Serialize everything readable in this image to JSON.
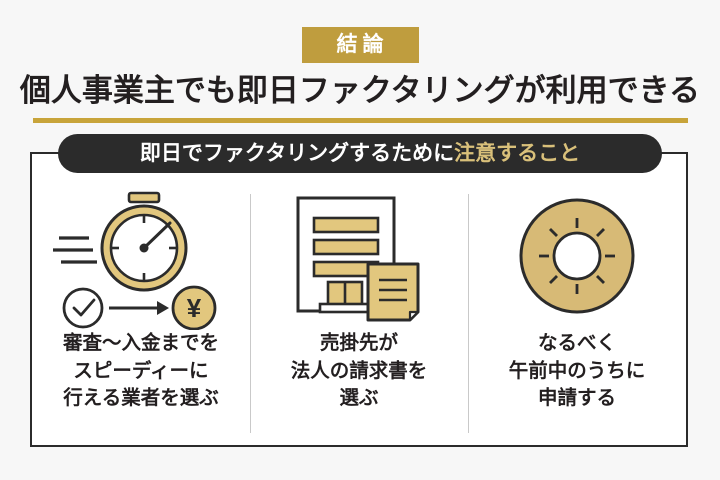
{
  "colors": {
    "background": "#f7f7f7",
    "gold_badge": "#bf9d3e",
    "gold_rule": "#c8a43a",
    "gold_accent_text": "#d9c07a",
    "gold_fill": "#e2c77e",
    "dark": "#2b2b2b",
    "text": "#231f20",
    "white": "#ffffff",
    "divider": "#c9c9c9"
  },
  "header": {
    "badge_label": "結論",
    "title": "個人事業主でも即日ファクタリングが利用できる"
  },
  "banner": {
    "text_plain": "即日でファクタリングするために",
    "text_accent": "注意すること"
  },
  "columns": [
    {
      "icon_name": "stopwatch-speed-to-payment-icon",
      "caption": "審査～入金までを\nスピーディーに\n行える業者を選ぶ"
    },
    {
      "icon_name": "corporate-building-invoice-icon",
      "caption": "売掛先が\n法人の請求書を\n選ぶ"
    },
    {
      "icon_name": "morning-sun-icon",
      "caption": "なるべく\n午前中のうちに\n申請する"
    }
  ]
}
